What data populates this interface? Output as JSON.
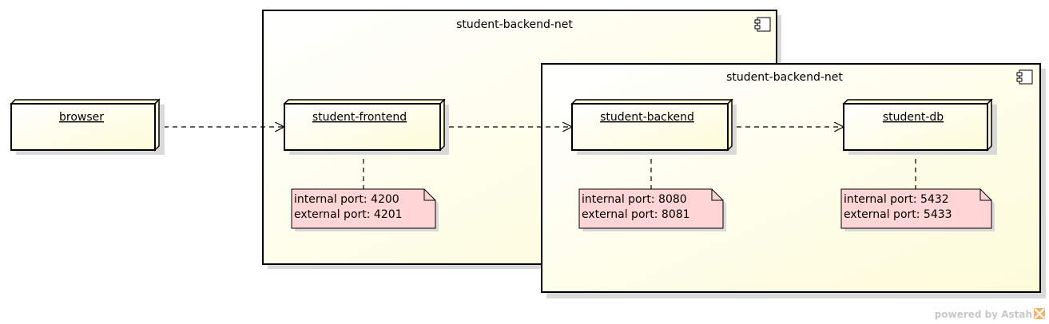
{
  "diagram": {
    "containers": [
      {
        "id": "net1",
        "label": "student-backend-net"
      },
      {
        "id": "net2",
        "label": "student-backend-net"
      }
    ],
    "nodes": [
      {
        "id": "browser",
        "label": "browser"
      },
      {
        "id": "frontend",
        "label": "student-frontend"
      },
      {
        "id": "backend",
        "label": "student-backend"
      },
      {
        "id": "db",
        "label": "student-db"
      }
    ],
    "notes": [
      {
        "id": "frontend-note",
        "line1": "internal port: 4200",
        "line2": "external port: 4201"
      },
      {
        "id": "backend-note",
        "line1": "internal port: 8080",
        "line2": "external port: 8081"
      },
      {
        "id": "db-note",
        "line1": "internal port: 5432",
        "line2": "external port: 5433"
      }
    ],
    "colors": {
      "fill_start": "#ffffff",
      "fill_end": "#fdfcd8",
      "note_fill": "#ffd5d5",
      "shadow": "#d9d9d9",
      "stroke": "#000000"
    }
  },
  "watermark": {
    "text": "powered by Astah"
  }
}
